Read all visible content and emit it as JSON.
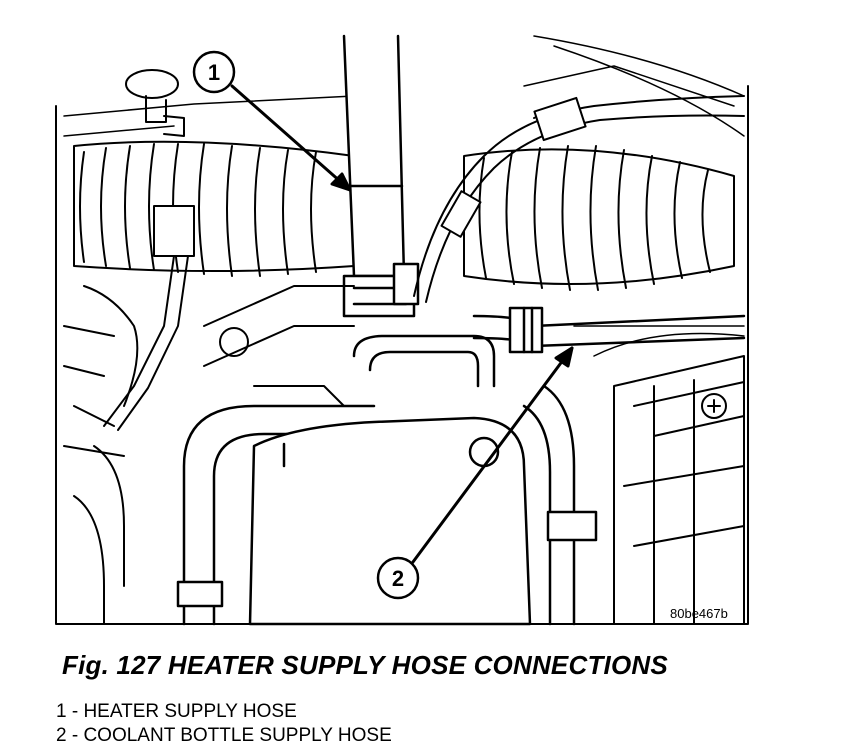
{
  "figure": {
    "reference_code": "80be467b",
    "callouts": [
      "1",
      "2"
    ],
    "caption": "Fig. 127 HEATER SUPPLY HOSE CONNECTIONS"
  },
  "legend": [
    {
      "text": "1 - HEATER SUPPLY HOSE"
    },
    {
      "text": "2 - COOLANT BOTTLE SUPPLY HOSE"
    }
  ]
}
